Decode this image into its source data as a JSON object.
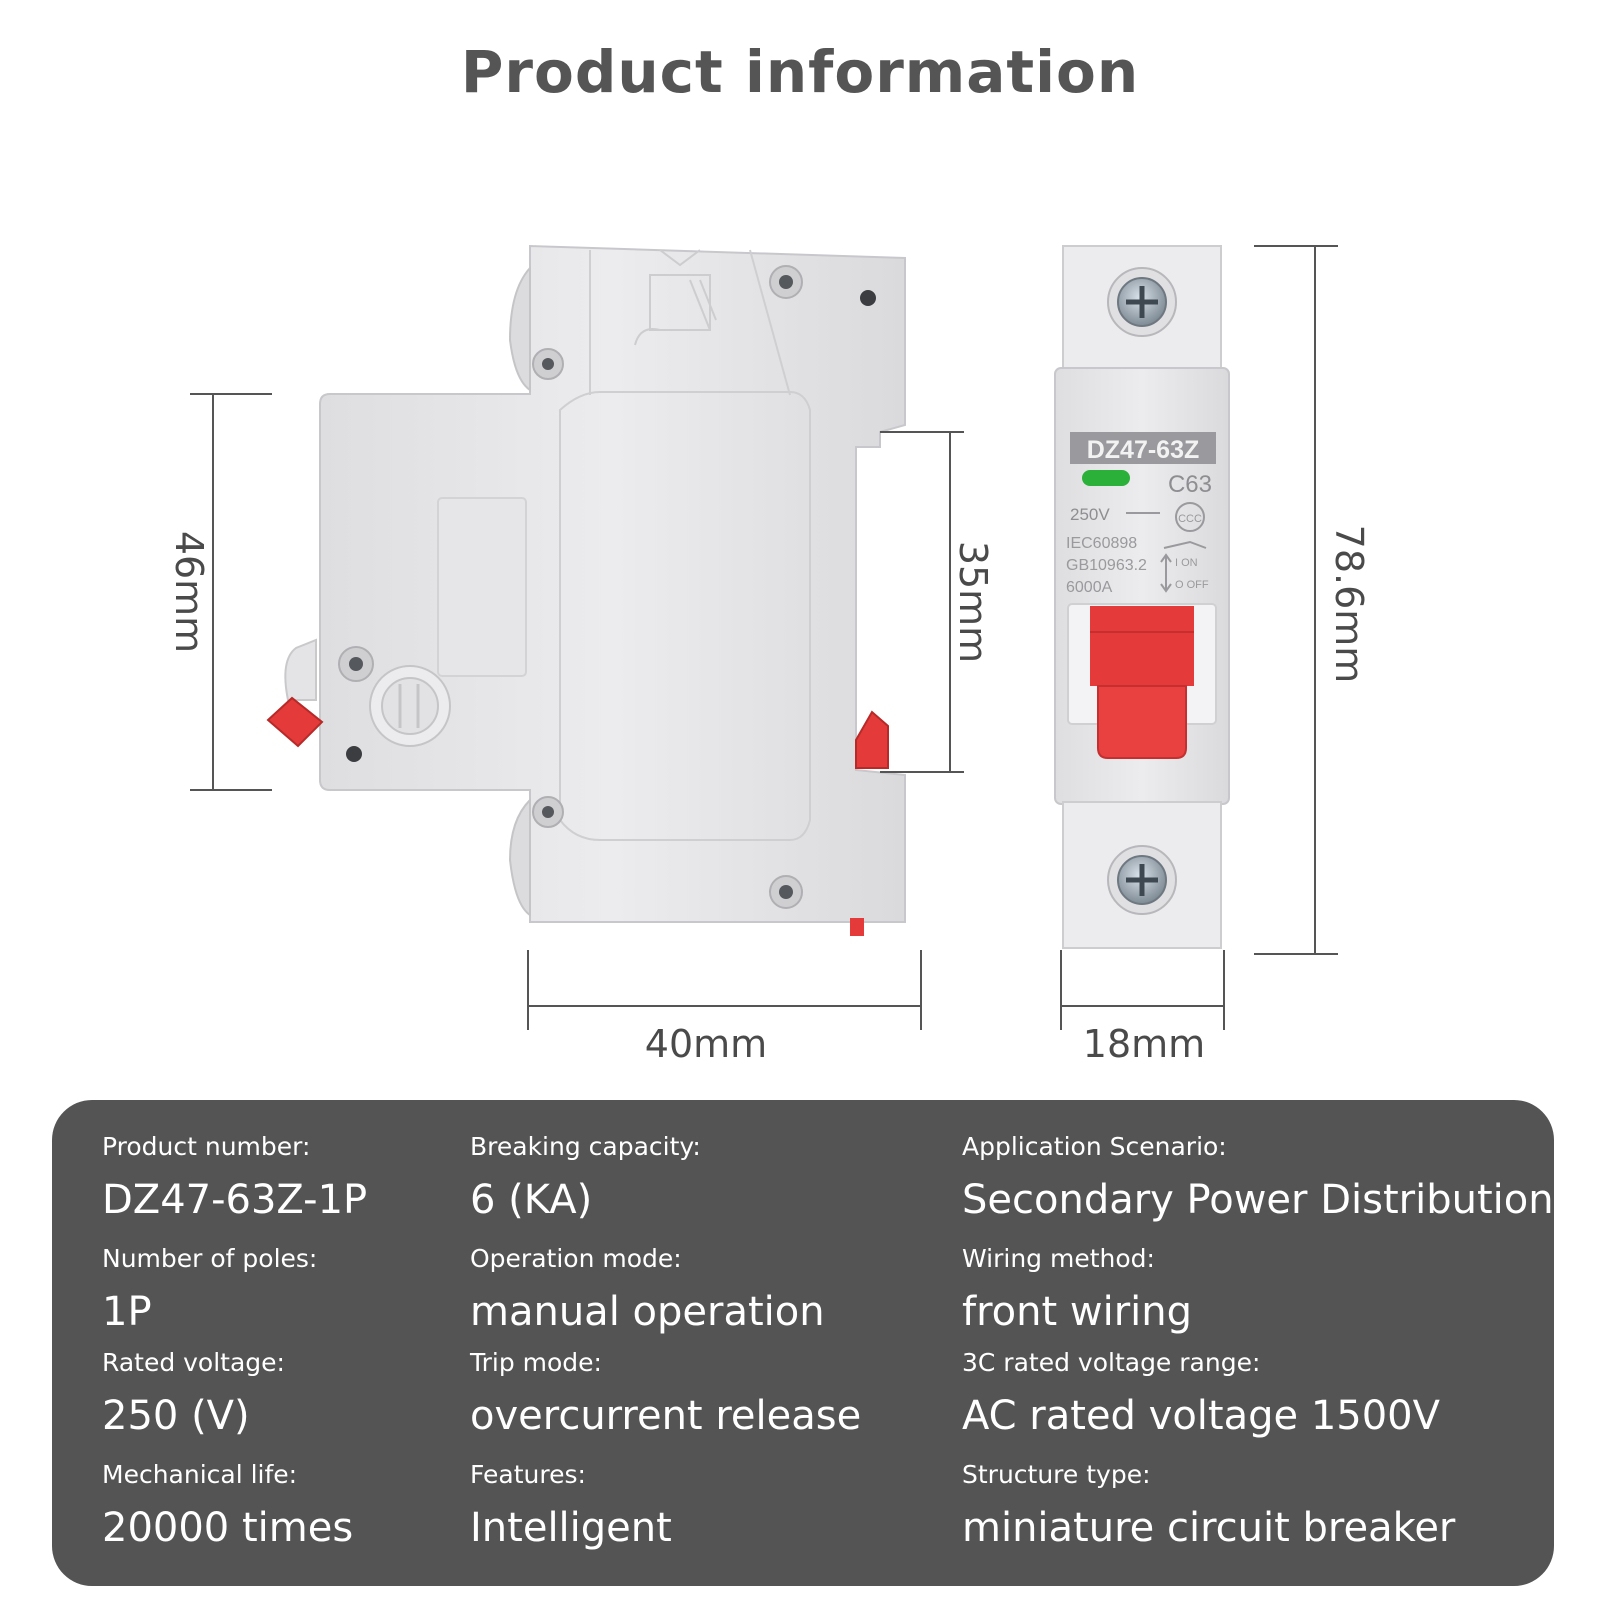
{
  "title": "Product information",
  "device": {
    "model_label": "DZ47-63Z",
    "rating_label": "C63",
    "voltage_label": "250V",
    "standard_1": "IEC60898",
    "standard_2": "GB10963.2",
    "breaking_label": "6000A",
    "on_label": "I ON",
    "off_label": "O OFF"
  },
  "dimensions": {
    "height_side": "46mm",
    "rail": "35mm",
    "height_front": "78.6mm",
    "depth": "40mm",
    "width": "18mm"
  },
  "specs": [
    {
      "label": "Product number:",
      "value": "DZ47-63Z-1P"
    },
    {
      "label": "Number of poles:",
      "value": "1P"
    },
    {
      "label": "Rated voltage:",
      "value": "250 (V)"
    },
    {
      "label": "Mechanical life:",
      "value": "20000 times"
    },
    {
      "label": "Breaking capacity:",
      "value": "6 (KA)"
    },
    {
      "label": "Operation mode:",
      "value": "manual operation"
    },
    {
      "label": "Trip mode:",
      "value": "overcurrent release"
    },
    {
      "label": "Features:",
      "value": "Intelligent"
    },
    {
      "label": "Application Scenario:",
      "value": "Secondary Power Distribution"
    },
    {
      "label": "Wiring method:",
      "value": "front wiring"
    },
    {
      "label": "3C rated voltage range:",
      "value": "AC rated voltage 1500V"
    },
    {
      "label": "Structure type:",
      "value": "miniature circuit breaker"
    }
  ],
  "colors": {
    "panel": "#545454",
    "body": "#e9e9eb",
    "handle": "#e43a3a",
    "indicator": "#2bb03a"
  }
}
